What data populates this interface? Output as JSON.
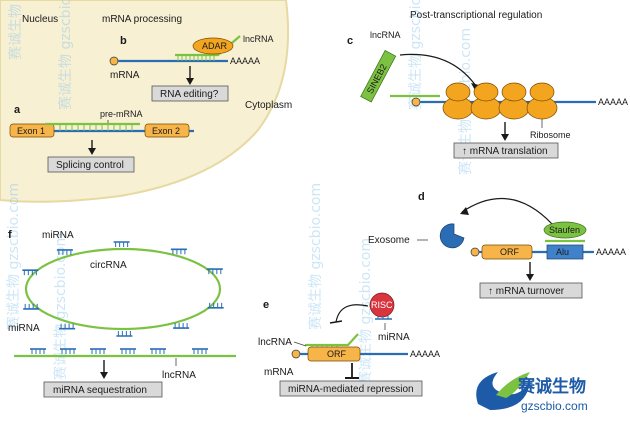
{
  "regions": {
    "nucleus": "Nucleus",
    "mrna_processing": "mRNA processing",
    "cytoplasm": "Cytoplasm",
    "post_transcriptional": "Post-transcriptional regulation"
  },
  "panel_letters": {
    "a": "a",
    "b": "b",
    "c": "c",
    "d": "d",
    "e": "e",
    "f": "f"
  },
  "panel_a": {
    "pre_mrna": "pre-mRNA",
    "exon1": "Exon 1",
    "exon2": "Exon 2",
    "result": "Splicing control"
  },
  "panel_b": {
    "adar": "ADAR",
    "lncrna": "lncRNA",
    "mrna": "mRNA",
    "polya": "AAAAA",
    "result": "RNA editing?"
  },
  "panel_c": {
    "lncrna": "lncRNA",
    "sineb2": "SINEB2",
    "polya": "AAAAA",
    "ribosome": "Ribosome",
    "result": "↑ mRNA translation"
  },
  "panel_d": {
    "exosome": "Exosome",
    "staufen": "Staufen",
    "orf": "ORF",
    "alu": "Alu",
    "polya": "AAAAA",
    "result": "↑ mRNA turnover"
  },
  "panel_e": {
    "risc": "RISC",
    "mirna": "miRNA",
    "lncrna": "lncRNA",
    "orf": "ORF",
    "polya": "AAAAA",
    "mrna": "mRNA",
    "result": "miRNA-mediated repression"
  },
  "panel_f": {
    "mirna_top": "miRNA",
    "circrna": "circRNA",
    "mirna_left": "miRNA",
    "lncrna": "lncRNA",
    "result": "miRNA sequestration"
  },
  "brand": {
    "name": "赛诚生物",
    "url": "gzscbio.com",
    "watermark": "赛诚生物 gzscbio.com"
  },
  "colors": {
    "nucleus_fill": "#f7f0d3",
    "mrna_blue": "#2a6db5",
    "lncrna_green": "#7cc242",
    "exon_orange": "#f6b449",
    "ribosome_orange": "#f4a520",
    "risc_red": "#d8353f",
    "alu_blue": "#3f82c9"
  }
}
